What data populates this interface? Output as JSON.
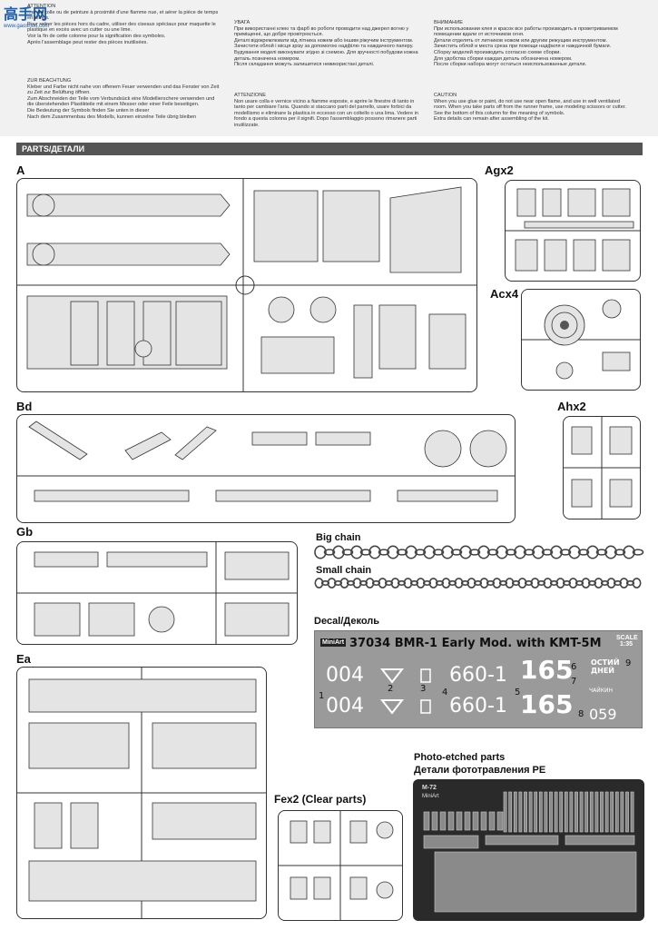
{
  "watermark": {
    "chinese": "高手网",
    "url": "www.gaoshou.com"
  },
  "instructions": {
    "col1_top": "ATTENTION\n...er de colle ou de peinture à proximité d'une flamme nue, et aérer la pièce de temps en temps.\nPour retirer les pièces hors du cadre, utiliser des ciseaux spéciaux pour maquette le plastique en excès avec un cutter ou une lime.\nVoir la fin de cette colonne pour la signification des symboles.\nAprès l'assemblage peut rester des pièces inutilisées.",
    "col1_bottom": "ZUR BEACHTUNG\nKleber und Farbe nicht nahe von offenem Feuer verwenden und das Fenster von Zeit zu Zeit zur Belüftung öffnen.\nZum Abschneiden der Teile vom Verbundsück eine Modellierschere verwenden und die überstehenden Plastikteile mit einem Messer oder einer Feile beseitigen.\nDie Bedeutung der Symbols finden Sie unten in dieser\nNach dem Zusammenbau des Modells, kunnen einzelne Teile übrig bleiben",
    "col2_top": "УВАГА\nПри використанні клею та фарб во роботи проводити над джерел вогню у приміщенні, що добре провітрюється.\nДеталі відокремлювати від літника ножем або іншим ріжучим інструментом. Зачистити облой і місця зрізу за допомогою надфілю та наждачного паперу. Будування моделі виконувати згідно зі схемою. Для зручності побудови кожна деталь позначена номером.\nПісля складання можуть залишитися невикористані деталі.",
    "col2_bottom": "ATTENZIONE\nNon usare colla e vernice vicino a fiamme esposte, e aprire le finestre di tanto in tanto per cambiare l'aria. Quando si staccano parti del parrello, usare forbici da modellismo e eliminare la plastica in eccesso con un coltello o una lima. Vedere in fondo a questa colonna per il signifi. Dopo l'assemblaggio possono rimanere parti inutilizzate.",
    "col3_top": "ВНИМАНИЕ\nПри использовании клея и красок все работы производить в проветриваемом помещении вдали от источников огня.\nДетали отделять от литников ножом или другим режущим инструментом. Зачистить облой и места среза при помощи надфиля и наждачной бумаги. Сборку моделей производить согласно схеме сборки.\nДля удобства сборки каждая деталь обозначена номером.\nПосле сборки набора могут остаться неиспользованные детали.",
    "col3_bottom": "CAUTION\nWhen you use glue or paint, do not use near open flame, and use in well ventilated room. When you take parts off from the runner frame, use modeling scissors or cutter.\nSee the bottom of this column for the meaning of symbols.\nExtra details can remain after assembling of the kit."
  },
  "section_title": "PARTS/ДЕТАЛИ",
  "sprues": {
    "A": "A",
    "Agx2": "Agx2",
    "Acx4": "Acx4",
    "Bd": "Bd",
    "Ahx2": "Ahx2",
    "Gb": "Gb",
    "Ea": "Ea",
    "Fex2": "Fex2 (Clear parts)"
  },
  "chains": {
    "big": "Big chain",
    "small": "Small chain"
  },
  "decal": {
    "heading": "Decal/Деколь",
    "brand": "MiniArt",
    "title": "37034  BMR-1 Early Mod. with KMT-5M",
    "scale": "SCALE 1:35",
    "items": {
      "num_004": "004",
      "num_660": "660-1",
      "num_165": "165",
      "num_059": "059",
      "slogan": "ОСТИЙ ДНЕЙ",
      "small": "ЧАЙКИН",
      "n1": "1",
      "n2": "2",
      "n3": "3",
      "n4": "4",
      "n5": "5",
      "n6": "6",
      "n7": "7",
      "n8": "8",
      "n9": "9"
    }
  },
  "photo_etched": {
    "title_en": "Photo-etched parts",
    "title_ru": "Детали фототравления PE",
    "code": "M-72",
    "brand": "MiniArt"
  }
}
